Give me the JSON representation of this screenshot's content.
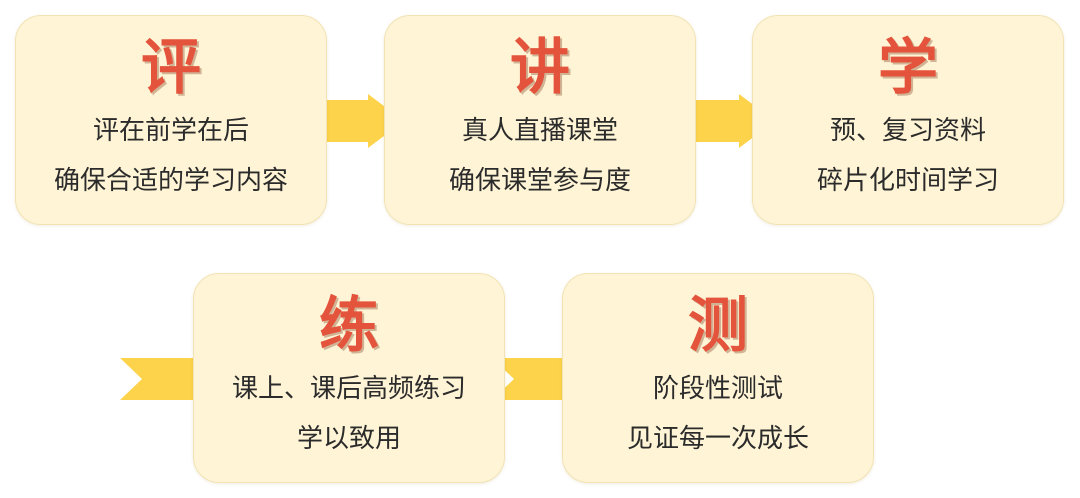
{
  "steps": [
    {
      "title": "评",
      "line1": "评在前学在后",
      "line2": "确保合适的学习内容"
    },
    {
      "title": "讲",
      "line1": "真人直播课堂",
      "line2": "确保课堂参与度"
    },
    {
      "title": "学",
      "line1": "预、复习资料",
      "line2": "碎片化时间学习"
    },
    {
      "title": "练",
      "line1": "课上、课后高频练习",
      "line2": "学以致用"
    },
    {
      "title": "测",
      "line1": "阶段性测试",
      "line2": "见证每一次成长"
    }
  ],
  "colors": {
    "card_fill": "#fff5d6",
    "card_border": "#f2e3b5",
    "title": "#e4543c",
    "arrow": "#fcd34a",
    "text": "#2b2b2b"
  },
  "icons": {
    "connector": "chevron-arrow-right-icon"
  }
}
